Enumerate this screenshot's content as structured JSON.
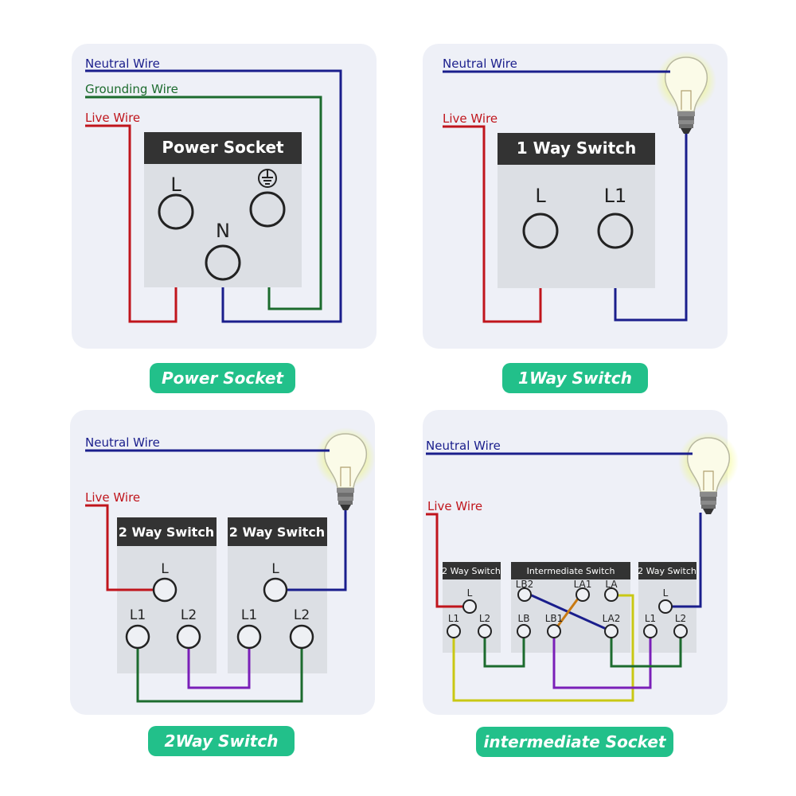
{
  "colors": {
    "neutral": "#1a1e8c",
    "grounding": "#1c6b2e",
    "live": "#c0151c",
    "purple": "#7a1fb8",
    "yellow": "#c9c814",
    "orange": "#c87a12",
    "green_wire": "#1c6b2e",
    "caption_bg": "#22c08a",
    "box_header": "#333333",
    "box_body": "#dcdfe4"
  },
  "panels": {
    "power_socket": {
      "neutral_label": "Neutral Wire",
      "grounding_label": "Grounding Wire",
      "live_label": "Live Wire",
      "box_title": "Power Socket",
      "terminal_l": "L",
      "terminal_n": "N",
      "ground_icon": "earth-ground-icon",
      "caption": "Power Socket"
    },
    "one_way": {
      "neutral_label": "Neutral Wire",
      "live_label": "Live Wire",
      "box_title": "1 Way Switch",
      "terminal_l": "L",
      "terminal_l1": "L1",
      "bulb_icon": "light-bulb-icon",
      "caption": "1Way Switch"
    },
    "two_way": {
      "neutral_label": "Neutral Wire",
      "live_label": "Live Wire",
      "box_title_left": "2 Way Switch",
      "box_title_right": "2 Way Switch",
      "terminal_l": "L",
      "terminal_l1": "L1",
      "terminal_l2": "L2",
      "bulb_icon": "light-bulb-icon",
      "caption": "2Way Switch"
    },
    "intermediate": {
      "neutral_label": "Neutral Wire",
      "live_label": "Live Wire",
      "box_title_left": "2 Way Switch",
      "box_title_middle": "Intermediate Switch",
      "box_title_right": "2 Way Switch",
      "terminal_l": "L",
      "terminal_l1": "L1",
      "terminal_l2": "L2",
      "terminal_lb2": "LB2",
      "terminal_la1": "LA1",
      "terminal_la": "LA",
      "terminal_lb": "LB",
      "terminal_lb1": "LB1",
      "terminal_la2": "LA2",
      "bulb_icon": "light-bulb-icon",
      "caption": "intermediate Socket"
    }
  }
}
